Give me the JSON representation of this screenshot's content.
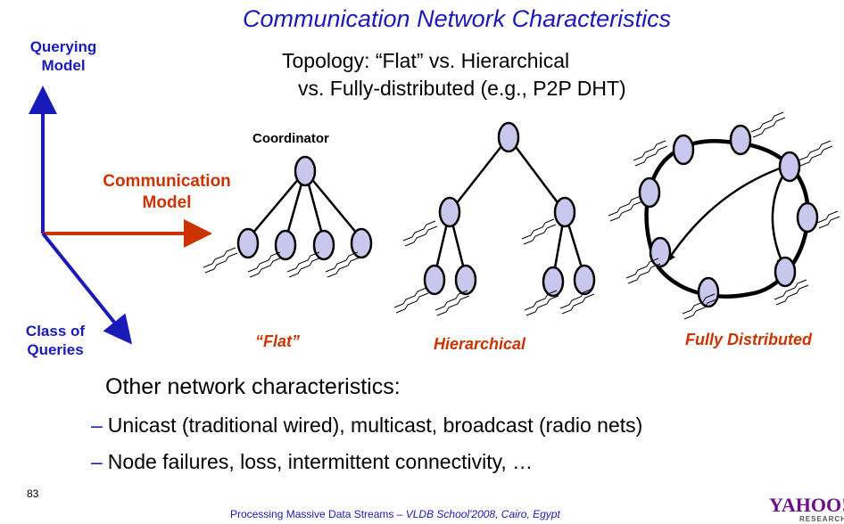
{
  "slide": {
    "title": "Communication Network Characteristics",
    "topology_line1": "Topology:  “Flat” vs. Hierarchical",
    "topology_line2": "vs. Fully-distributed (e.g., P2P DHT)"
  },
  "axes": {
    "querying_model_line1": "Querying",
    "querying_model_line2": "Model",
    "communication_model_line1": "Communication",
    "communication_model_line2": "Model",
    "class_of_queries_line1": "Class of",
    "class_of_queries_line2": "Queries"
  },
  "diagrams": {
    "coordinator_label": "Coordinator",
    "flat_caption": "“Flat”",
    "hierarchical_caption": "Hierarchical",
    "fully_distributed_caption": "Fully Distributed"
  },
  "body": {
    "other_heading": "Other network characteristics:",
    "bullets": [
      "Unicast (traditional wired), multicast, broadcast (radio nets)",
      "Node failures, loss, intermittent connectivity, …"
    ]
  },
  "footer": {
    "page_number": "83",
    "text_prefix": "Processing Massive Data Streams – ",
    "text_italic": "VLDB School'2008, Cairo, Egypt",
    "logo_text": "YAHOO!",
    "logo_sub": "RESEARCH"
  },
  "colors": {
    "title_blue": "#1a1ab8",
    "accent_orange": "#cc3300",
    "node_fill": "#c8c8ee",
    "logo_purple": "#6b0f8a"
  }
}
